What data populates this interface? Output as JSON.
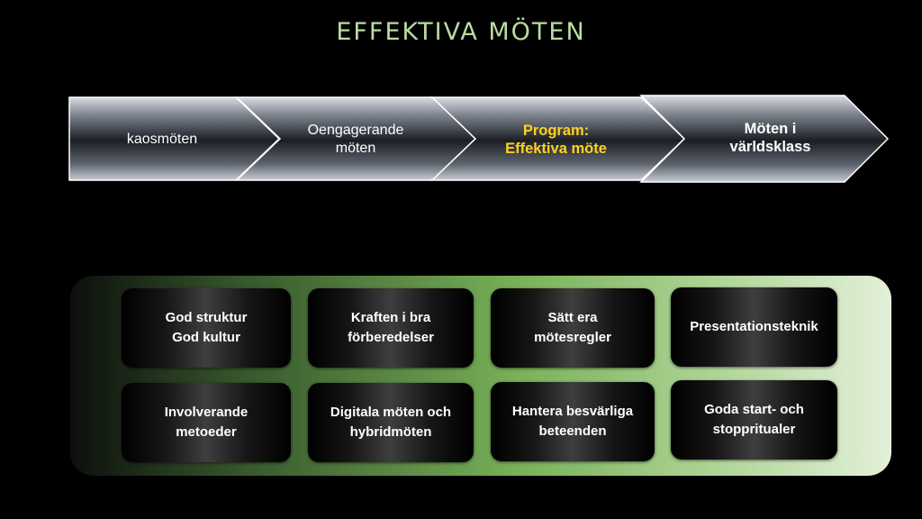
{
  "page": {
    "title": "EFFEKTIVA MÖTEN"
  },
  "process": {
    "steps": [
      {
        "label": "kaosmöten"
      },
      {
        "label": "Oengagerande\nmöten"
      },
      {
        "label": "Program:\nEffektiva möte"
      },
      {
        "label": "Möten i\nvärldsklass"
      }
    ],
    "highlight_color": "#ffd21e",
    "text_color": "#ffffff"
  },
  "modules": {
    "items": [
      {
        "label": "God struktur\nGod kultur"
      },
      {
        "label": "Kraften i bra\nförberedelser"
      },
      {
        "label": "Sätt era\nmötesregler"
      },
      {
        "label": "Presentationsteknik"
      },
      {
        "label": "Involverande\nmetoeder"
      },
      {
        "label": "Digitala möten  och\nhybridmöten"
      },
      {
        "label": "Hantera besvärliga\nbeteenden"
      },
      {
        "label": "Goda start- och\nstoppritualer"
      }
    ]
  }
}
